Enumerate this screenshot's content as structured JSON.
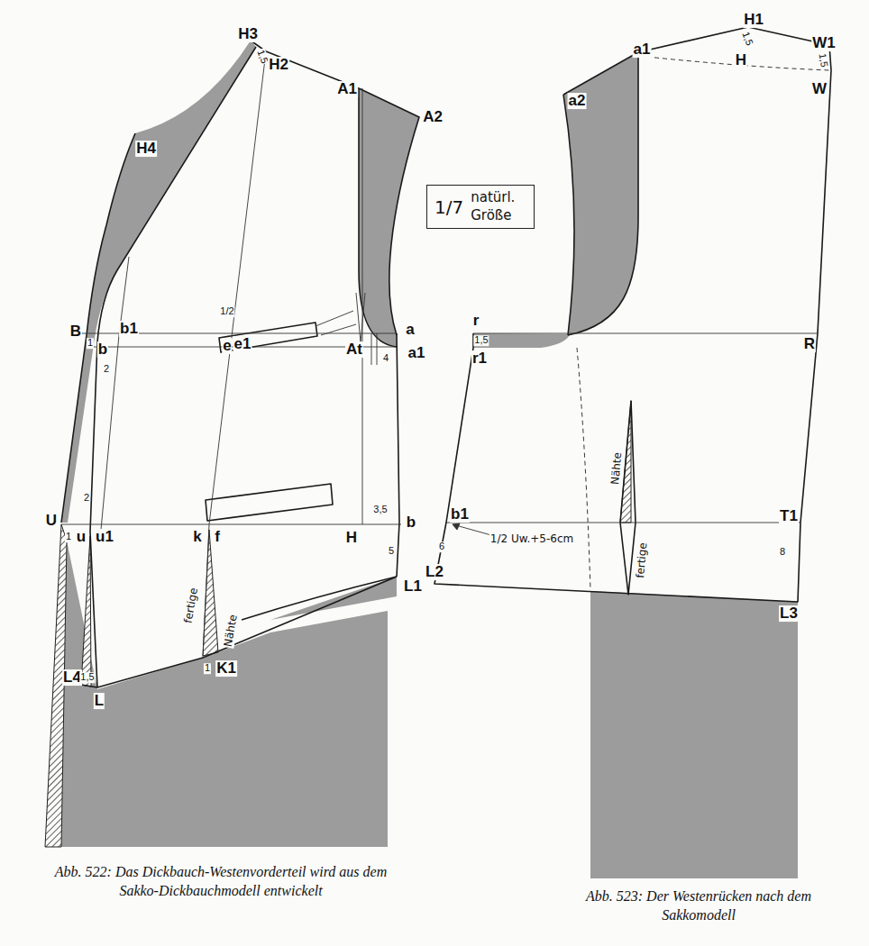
{
  "diagram": {
    "nodes": [
      {
        "text": [
          "1/7",
          "natürl. Größe"
        ]
      }
    ],
    "labels": [
      "H3",
      "1,5",
      "H2",
      "A1",
      "A2",
      "H4",
      "1/2",
      "B",
      "1",
      "b",
      "b1",
      "e",
      "e1",
      "a",
      "At",
      "a1",
      "4",
      "2",
      "2",
      "U",
      "1",
      "u",
      "u1",
      "k",
      "f",
      "H",
      "3,5",
      "b",
      "5",
      "L1",
      "fertige",
      "Nähte",
      "1",
      "K1",
      "L4",
      "1,5",
      "L",
      "a1",
      "H1",
      "1,5",
      "H",
      "W1",
      "1,5",
      "W",
      "a2",
      "r",
      "1,5",
      "r1",
      "R",
      "b1",
      "1/2 Uw.+5-6cm",
      "T1",
      "6",
      "8",
      "L2",
      "L3",
      "Nähte",
      "fertige",
      "Abb. 522: Das Dickbauch-Westenvorderteil wird aus dem Sakko-Dickbauchmodell entwickelt",
      "Abb. 523: Der Westenrücken nach dem Sakkomodell"
    ]
  }
}
